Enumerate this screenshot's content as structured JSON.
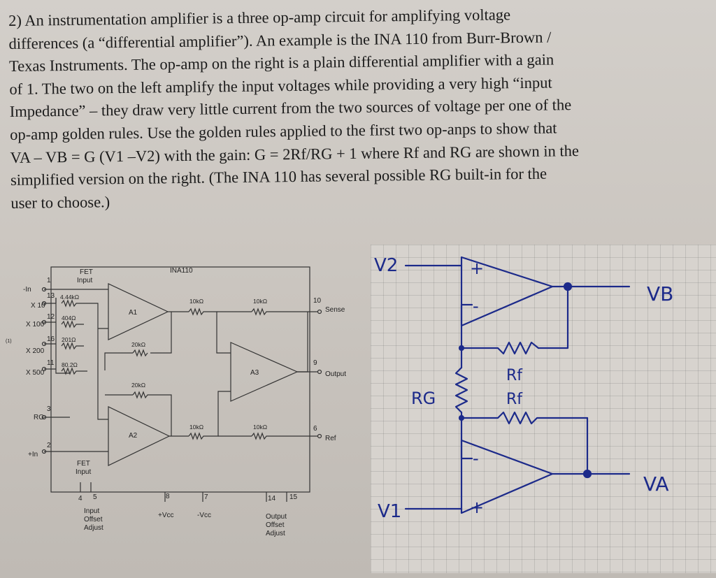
{
  "problem": {
    "lines": [
      "2) An instrumentation amplifier is a three op-amp circuit for amplifying voltage",
      "differences (a “differential amplifier”). An example is the INA 110 from Burr-Brown /",
      "Texas Instruments.   The op-amp on the right is a plain differential amplifier with a gain",
      "of 1. The two on the left amplify the input voltages while providing a very high “input",
      "Impedance” – they draw very little current from the two sources of voltage per one of the",
      "op-amp golden rules. Use the golden rules applied to the first two op-anps to show that",
      "VA – VB = G (V1 –V2) with the gain: G = 2Rf/RG  +  1  where Rf and RG are shown in the",
      "simplified version on the right.  (The INA 110 has several possible RG built-in for the",
      "user to choose.)"
    ]
  },
  "ina110": {
    "title": "INA110",
    "fet_input_top": [
      "FET",
      "Input"
    ],
    "fet_input_bottom": [
      "FET",
      "Input"
    ],
    "pins": {
      "in_minus": "-In",
      "in_plus": "+In",
      "rg": "RG",
      "x10": "X 10",
      "x100": "X 100",
      "x200": "X 200",
      "x500": "X 500",
      "sense": "Sense",
      "output": "Output",
      "ref": "Ref"
    },
    "pin_numbers": [
      "1",
      "13",
      "12",
      "16",
      "11",
      "3",
      "2",
      "10",
      "9",
      "6",
      "4",
      "5",
      "8",
      "7",
      "14",
      "15"
    ],
    "resistors": {
      "r1": "4.44kΩ",
      "r2": "404Ω",
      "r3": "201Ω",
      "r4": "80.2Ω",
      "r5": "20kΩ",
      "r6": "20kΩ",
      "r7": "10kΩ",
      "r8": "10kΩ",
      "r9": "10kΩ",
      "r10": "10kΩ"
    },
    "amps": {
      "a1": "A1",
      "a2": "A2",
      "a3": "A3"
    },
    "bottom_labels": {
      "input_offset": [
        "Input",
        "Offset",
        "Adjust"
      ],
      "vcc_plus": "+Vcc",
      "vcc_minus": "-Vcc",
      "output_offset": [
        "Output",
        "Offset",
        "Adjust"
      ]
    },
    "side_mark": "(1)"
  },
  "sketch": {
    "v2": "V2",
    "v1": "V1",
    "vb": "VB",
    "va": "VA",
    "rg": "RG",
    "rf_top": "Rf",
    "rf_bottom": "Rf",
    "plus": "+",
    "minus": "-"
  }
}
